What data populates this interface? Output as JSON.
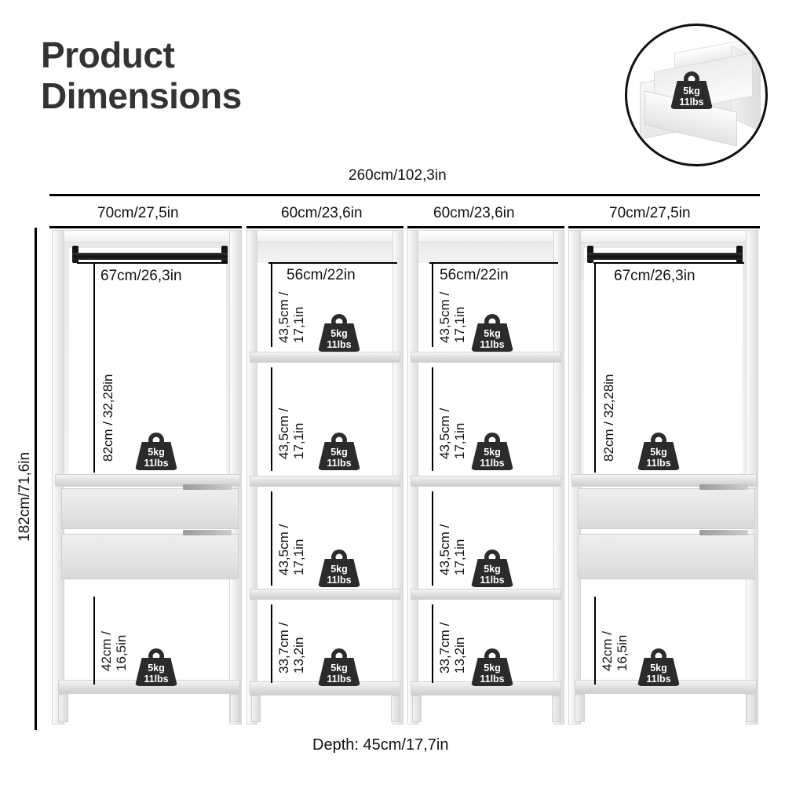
{
  "title": "Product\nDimensions",
  "inset": {
    "name": "drawer-load-detail",
    "badge": {
      "line1": "5kg",
      "line2": "11lbs"
    }
  },
  "overall": {
    "width": "260cm/102,3in",
    "height": "182cm/71,6in",
    "depth": "Depth: 45cm/17,7in"
  },
  "columns": [
    {
      "key": "left",
      "outer_width": "70cm/27,5in"
    },
    {
      "key": "middle-left",
      "outer_width": "60cm/23,6in"
    },
    {
      "key": "middle-right",
      "outer_width": "60cm/23,6in"
    },
    {
      "key": "right",
      "outer_width": "70cm/27,5in"
    }
  ],
  "inner": {
    "wardrobe_width": "67cm/26,3in",
    "wardrobe_height": "82cm / 32,28in",
    "shelf_width": "56cm/22in",
    "shelf_height": "43,5cm /\n17,1in",
    "shelf_height_bottom": "33,7cm /\n13,2in",
    "wardrobe_bottom_height": "42cm /\n16,5in"
  },
  "badge": {
    "line1": "5kg",
    "line2": "11lbs"
  },
  "colors": {
    "ink": "#111111",
    "title": "#333333",
    "badge": "#2b2b2b",
    "rod": "#111111"
  }
}
